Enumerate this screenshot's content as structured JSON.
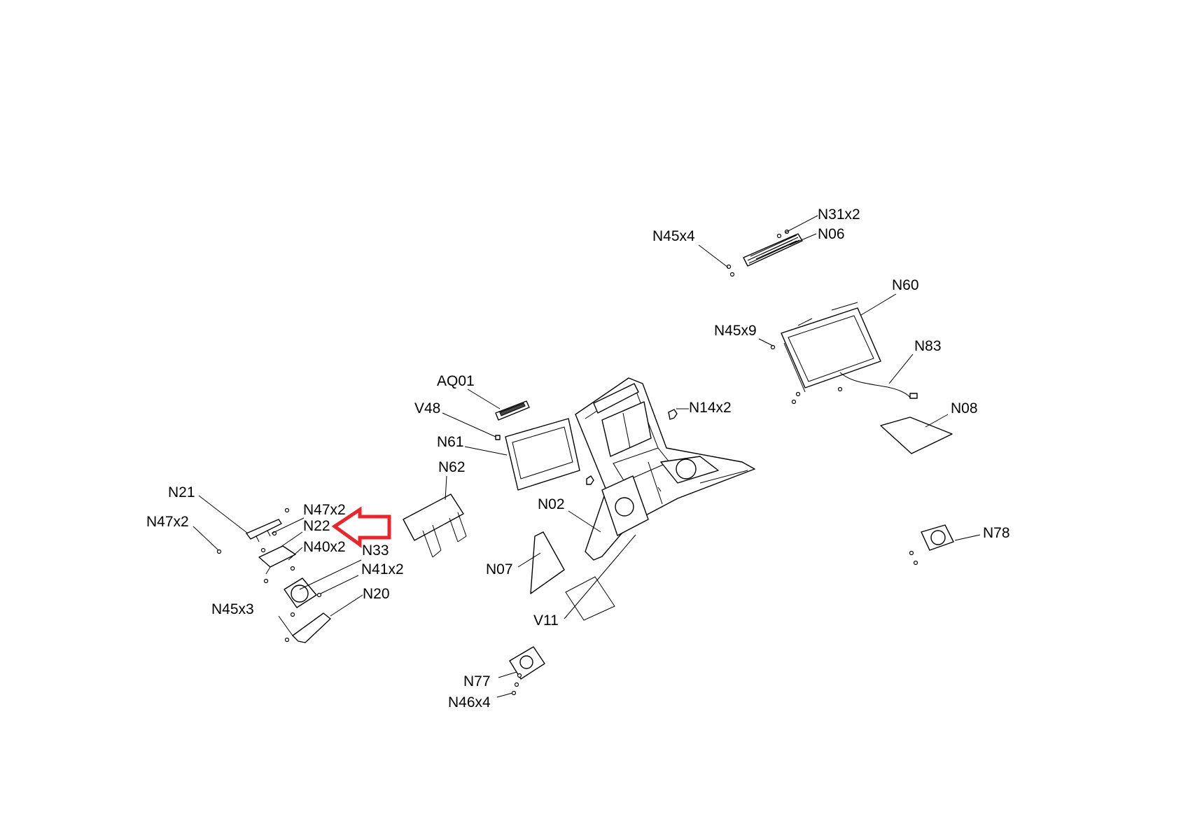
{
  "callouts": {
    "N31x2": "N31x2",
    "N45x4": "N45x4",
    "N06": "N06",
    "N60": "N60",
    "N45x9": "N45x9",
    "N83": "N83",
    "AQ01": "AQ01",
    "V48": "V48",
    "N14x2": "N14x2",
    "N08": "N08",
    "N61": "N61",
    "N62": "N62",
    "N21": "N21",
    "N47x2_upper": "N47x2",
    "N47x2_left": "N47x2",
    "N22": "N22",
    "N02": "N02",
    "N40x2": "N40x2",
    "N33": "N33",
    "N41x2": "N41x2",
    "N78": "N78",
    "N07": "N07",
    "N20": "N20",
    "N45x3": "N45x3",
    "V11": "V11",
    "N77": "N77",
    "N46x4": "N46x4"
  },
  "colors": {
    "highlight_arrow": "#e8262b",
    "line": "#000000",
    "background": "#ffffff"
  }
}
